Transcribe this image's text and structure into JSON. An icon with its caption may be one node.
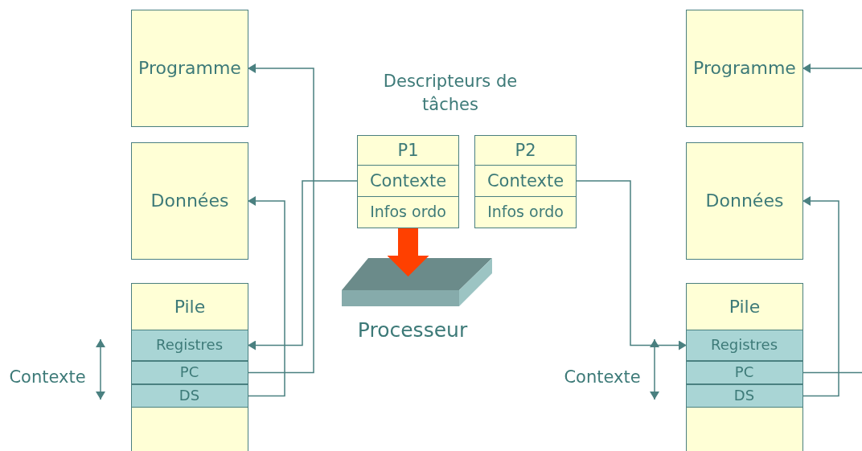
{
  "diagram": {
    "nodes": [
      {
        "text": [
          "Programme"
        ]
      },
      {
        "text": [
          "Données"
        ]
      },
      {
        "text": [
          "Pile"
        ]
      },
      {
        "text": [
          "Registres"
        ],
        "in": 2
      },
      {
        "text": [
          "PC"
        ],
        "in": 2
      },
      {
        "text": [
          "DS"
        ],
        "in": 2
      },
      {
        "text": [
          "P1"
        ]
      },
      {
        "text": [
          "Contexte"
        ]
      },
      {
        "text": [
          "Infos ordo"
        ]
      },
      {
        "text": [
          "P2"
        ]
      },
      {
        "text": [
          "Contexte"
        ]
      },
      {
        "text": [
          "Infos ordo"
        ]
      },
      {
        "text": [
          "Processeur"
        ]
      },
      {
        "text": [
          "Programme"
        ]
      },
      {
        "text": [
          "Données"
        ]
      },
      {
        "text": [
          "Pile"
        ]
      },
      {
        "text": [
          "Registres"
        ],
        "in": 15
      },
      {
        "text": [
          "PC"
        ],
        "in": 15
      },
      {
        "text": [
          "DS"
        ],
        "in": 15
      }
    ],
    "edges": [
      {
        "from": 4,
        "to": 0,
        "arrow": "to"
      },
      {
        "from": 5,
        "to": 1,
        "arrow": "to"
      },
      {
        "from": 7,
        "to": 3,
        "arrow": "to"
      },
      {
        "from": 10,
        "to": 16,
        "arrow": "to"
      },
      {
        "from": 18,
        "to": 14,
        "arrow": "to"
      },
      {
        "from": 17,
        "to": 13,
        "arrow": "to"
      },
      {
        "from": 8,
        "to": 12,
        "arrow": "to",
        "style": "thick",
        "color": "#ff4000"
      }
    ],
    "labels": [
      "Descripteurs de tâches",
      "Contexte",
      "Contexte"
    ]
  }
}
